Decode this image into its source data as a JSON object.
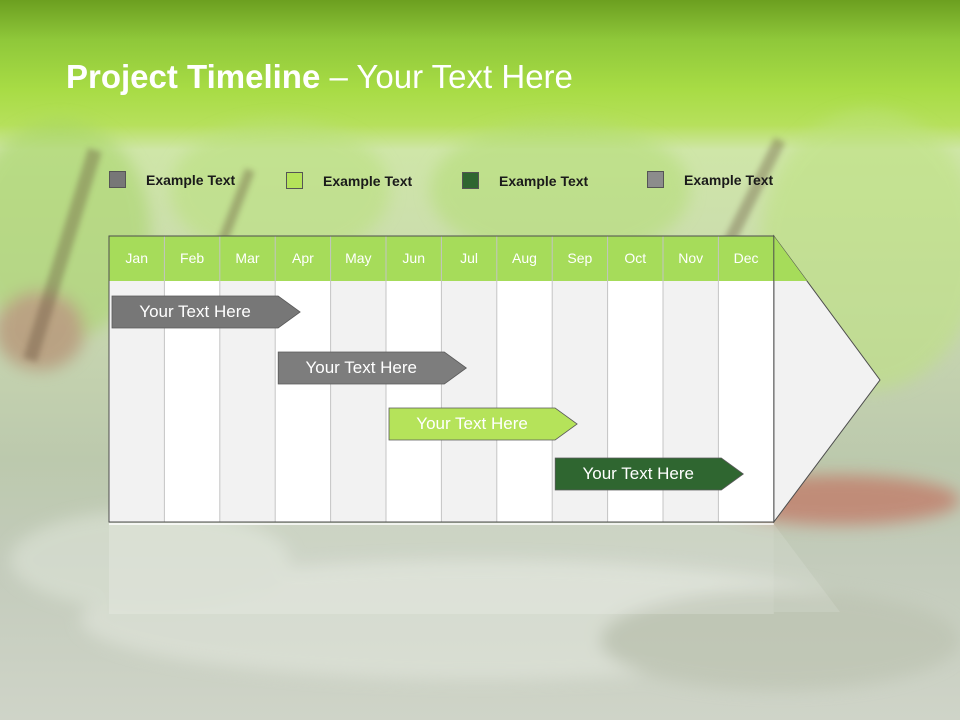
{
  "title": {
    "bold": "Project Timeline",
    "rest": " – Your Text Here"
  },
  "legend": [
    {
      "label": "Example Text",
      "color": "#777777"
    },
    {
      "label": "Example Text",
      "color": "#b5e35a"
    },
    {
      "label": "Example Text",
      "color": "#2f6630"
    },
    {
      "label": "Example Text",
      "color": "#8c8c8c"
    }
  ],
  "chart_data": {
    "type": "gantt",
    "categories": [
      "Jan",
      "Feb",
      "Mar",
      "Apr",
      "May",
      "Jun",
      "Jul",
      "Aug",
      "Sep",
      "Oct",
      "Nov",
      "Dec"
    ],
    "tasks": [
      {
        "label": "Your  Text Here",
        "start": "Jan",
        "end": "Apr",
        "color": "#777777",
        "text_color": "#ffffff"
      },
      {
        "label": "Your  Text Here",
        "start": "Apr",
        "end": "Jul",
        "color": "#7d7d7d",
        "text_color": "#ffffff"
      },
      {
        "label": "Your  Text Here",
        "start": "Jun",
        "end": "Sep",
        "color": "#b5e35a",
        "text_color": "#ffffff"
      },
      {
        "label": "Your  Text Here",
        "start": "Sep",
        "end": "Dec",
        "color": "#2f6630",
        "text_color": "#ffffff"
      }
    ],
    "colors": {
      "header": "#a6dc5a",
      "column_light": "#f2f2f2",
      "column_white": "#ffffff"
    }
  }
}
